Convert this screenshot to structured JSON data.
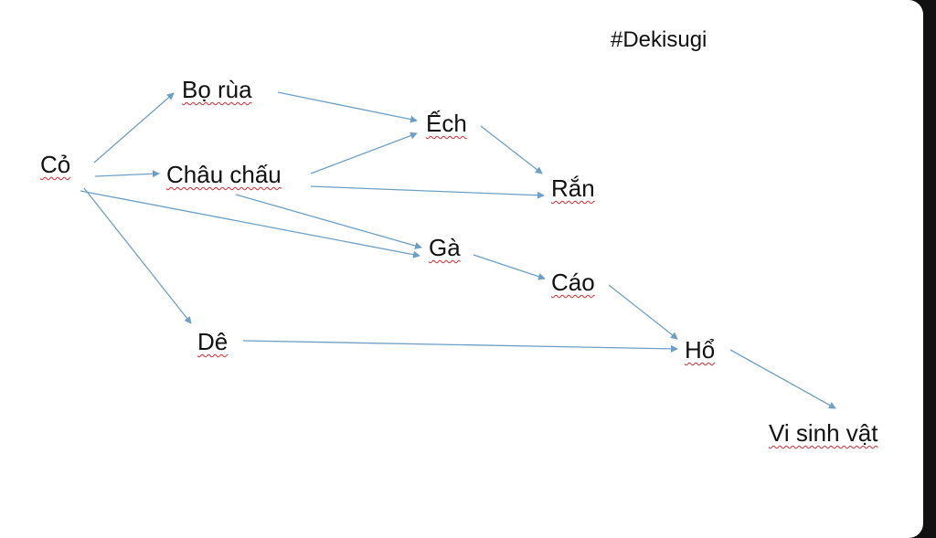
{
  "watermark": "#Dekisugi",
  "colors": {
    "arrow": "#6f9fc4",
    "spellcheck": "#d9272e"
  },
  "nodes": {
    "co": "Cỏ",
    "bo_rua": "Bọ rùa",
    "chau_chau": "Châu chấu",
    "ech": "Ếch",
    "ran": "Rắn",
    "ga": "Gà",
    "cao": "Cáo",
    "de": "Dê",
    "ho": "Hổ",
    "vi_sinh_vat": "Vi sinh vật"
  },
  "edges": [
    {
      "from": "co",
      "to": "bo_rua"
    },
    {
      "from": "co",
      "to": "chau_chau"
    },
    {
      "from": "co",
      "to": "ga"
    },
    {
      "from": "co",
      "to": "de"
    },
    {
      "from": "bo_rua",
      "to": "ech"
    },
    {
      "from": "chau_chau",
      "to": "ech"
    },
    {
      "from": "chau_chau",
      "to": "ran"
    },
    {
      "from": "chau_chau",
      "to": "ga"
    },
    {
      "from": "ech",
      "to": "ran"
    },
    {
      "from": "ga",
      "to": "cao"
    },
    {
      "from": "cao",
      "to": "ho"
    },
    {
      "from": "de",
      "to": "ho"
    },
    {
      "from": "ho",
      "to": "vi_sinh_vat"
    }
  ]
}
